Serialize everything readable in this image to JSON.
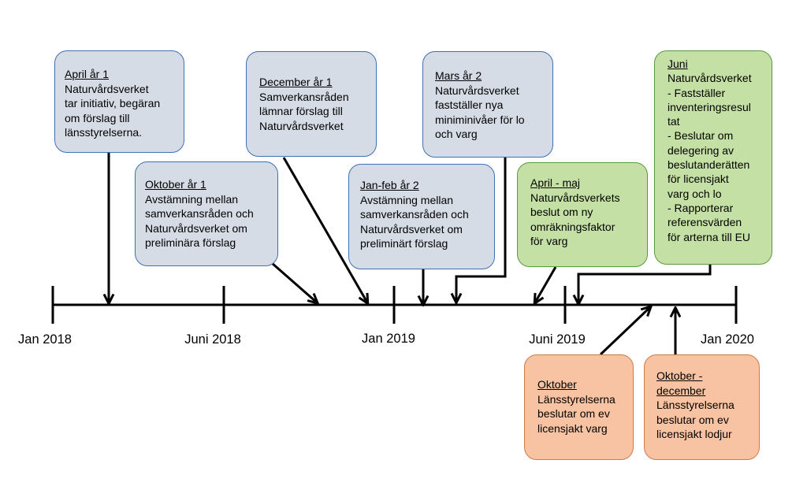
{
  "timeline": {
    "ticks": [
      {
        "label": "Jan 2018"
      },
      {
        "label": "Juni 2018"
      },
      {
        "label": "Jan 2019"
      },
      {
        "label": "Juni 2019"
      },
      {
        "label": "Jan 2020"
      }
    ]
  },
  "events": [
    {
      "id": "april-ar-1",
      "heading": "April år 1",
      "text": "Naturvårdsverket\ntar initiativ, begäran\nom förslag till\nlänsstyrelserna.",
      "color": "#d6dce5"
    },
    {
      "id": "oktober-ar-1",
      "heading": "Oktober år 1",
      "text": "Avstämning mellan\nsamverkansråden och\nNaturvårdsverket om\npreliminära förslag",
      "color": "#d6dce5"
    },
    {
      "id": "december-ar-1",
      "heading": "December år 1",
      "text": "Samverkansråden\nlämnar förslag till\nNaturvårdsverket",
      "color": "#d6dce5"
    },
    {
      "id": "jan-feb-ar-2",
      "heading": "Jan-feb år 2",
      "text": "Avstämning mellan\nsamverkansråden och\nNaturvårdsverket om\npreliminärt förslag",
      "color": "#d6dce5"
    },
    {
      "id": "mars-ar-2",
      "heading": "Mars år 2",
      "text": "Naturvårdsverket\nfastställer nya\nminiminivåer för lo\noch varg",
      "color": "#d6dce5"
    },
    {
      "id": "april-maj",
      "heading": "April - maj",
      "text": "Naturvårdsverkets\nbeslut om ny\nomräkningsfaktor\nför varg",
      "color": "#c5e0a5"
    },
    {
      "id": "juni",
      "heading": "Juni",
      "text": "Naturvårdsverket\n- Fastställer\ninventeringsresul\ntat\n- Beslutar om\ndelegering av\nbeslutanderätten\nför licensjakt\nvarg och lo\n- Rapporterar\nreferensvärden\nför arterna till EU",
      "color": "#c5e0a5"
    },
    {
      "id": "oktober",
      "heading": "Oktober",
      "text": "Länsstyrelserna\nbeslutar om ev\nlicensjakt varg",
      "color": "#f8c3a2"
    },
    {
      "id": "oktober-december",
      "heading": "Oktober -\ndecember",
      "text": "Länsstyrelserna\nbeslutar om ev\nlicensjakt lodjur",
      "color": "#f8c3a2"
    }
  ]
}
